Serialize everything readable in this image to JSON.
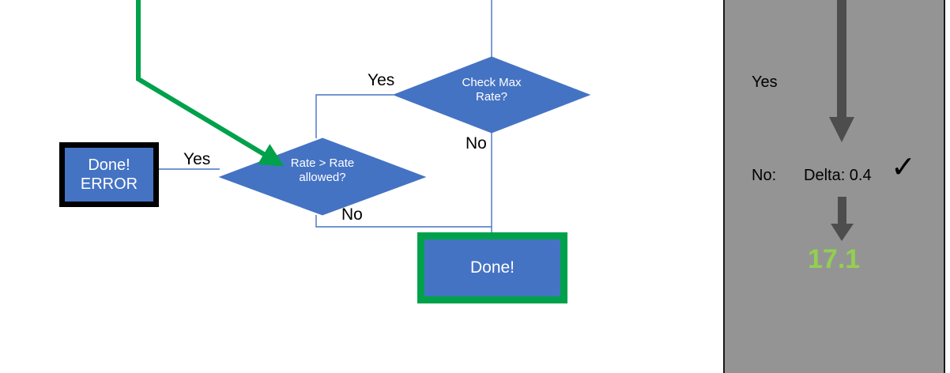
{
  "diagram": {
    "type": "flowchart",
    "background_color": "#ffffff",
    "node_fill_color": "#4573c4",
    "node_text_color": "#ffffff",
    "connector_color": "#4573c4",
    "highlight_color": "#00a14b",
    "nodes": [
      {
        "id": "error-box",
        "shape": "rectangle",
        "label": "Done!\nERROR",
        "fill": "#4573c4",
        "border_color": "#000000",
        "border_width": "7px"
      },
      {
        "id": "rate-gt-diamond",
        "shape": "diamond",
        "label": "Rate > Rate\nallowed?",
        "fill": "#4573c4"
      },
      {
        "id": "check-max-diamond",
        "shape": "diamond",
        "label": "Check Max\nRate?",
        "fill": "#4573c4"
      },
      {
        "id": "done-box",
        "shape": "rectangle",
        "label": "Done!",
        "fill": "#4573c4",
        "border_color": "#00a14b",
        "border_width": "9px"
      }
    ],
    "edge_labels": {
      "yes_to_error": "Yes",
      "yes_to_rate_check": "Yes",
      "no_from_rate_gt": "No",
      "no_from_check_max": "No"
    },
    "highlight_path": {
      "color": "#00a14b",
      "description": "green arrow entering Rate > Rate allowed? diamond"
    }
  },
  "side_panel": {
    "background_color": "#949494",
    "border_color": "#1a1a1a",
    "text_color": "#000000",
    "arrow_color": "#4d4d4d",
    "yes_label": "Yes",
    "no_label": "No:",
    "delta_label": "Delta: 0.4",
    "check_mark": "✓",
    "result_value": "17.1",
    "result_color": "#92d050"
  }
}
